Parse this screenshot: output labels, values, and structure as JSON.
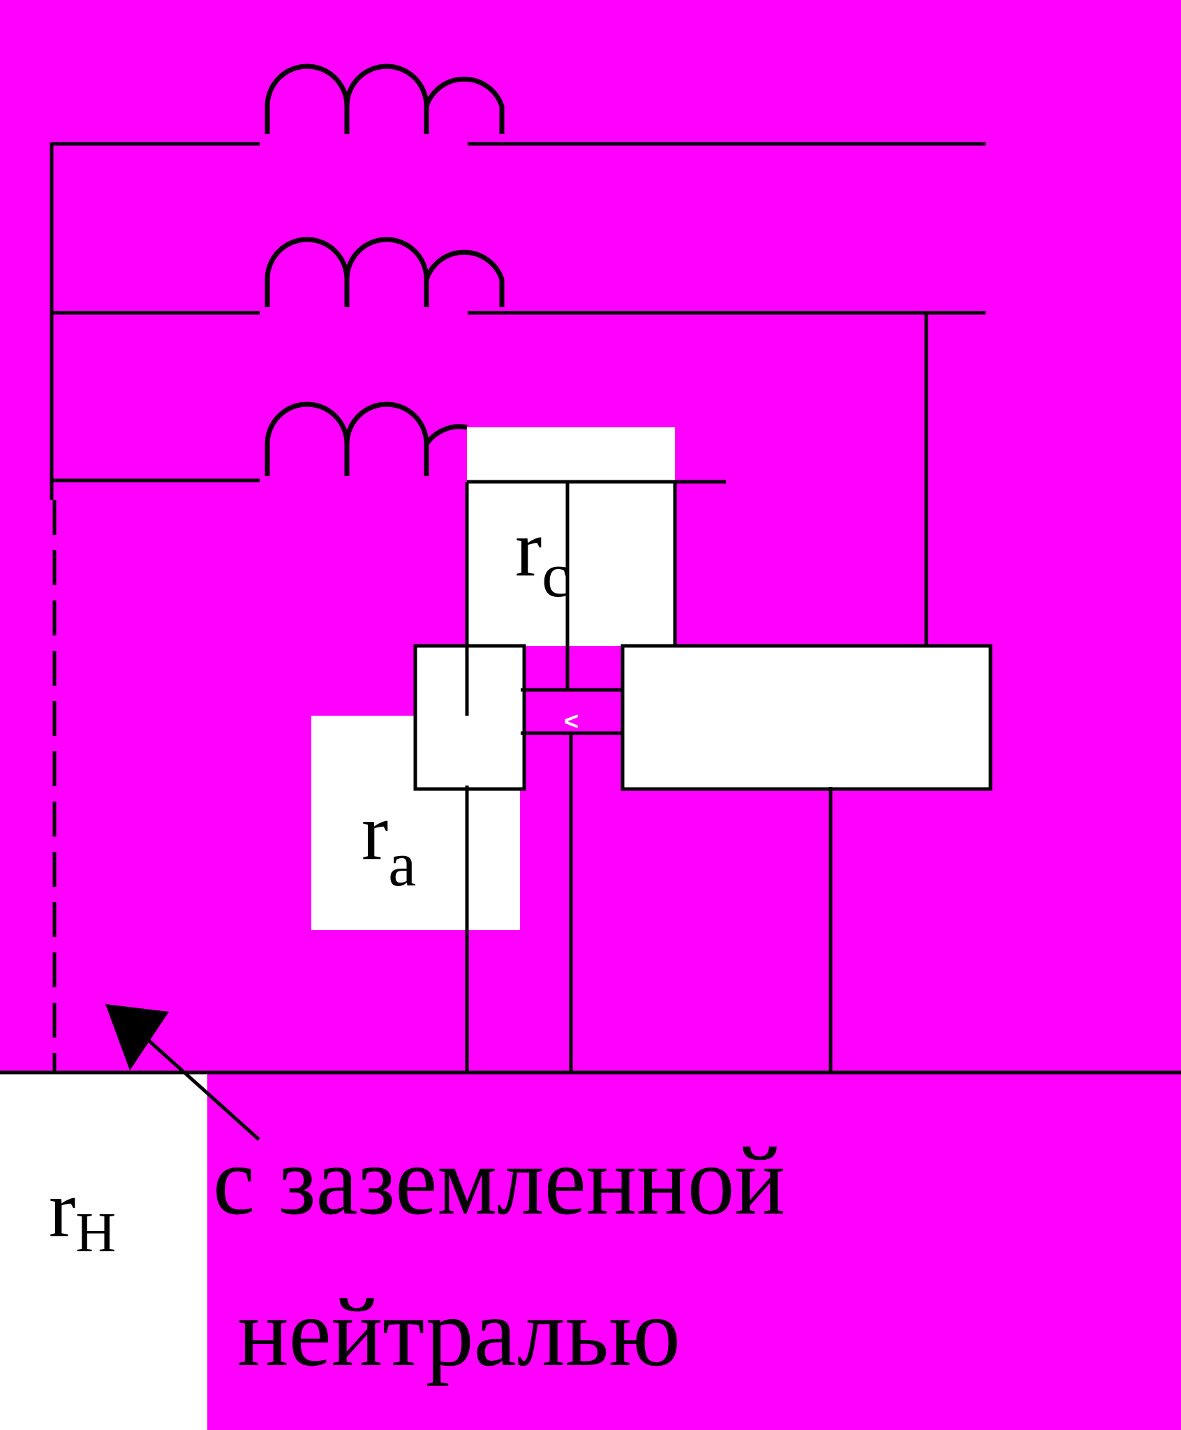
{
  "colors": {
    "background": "#ff00ff",
    "panel": "#ffffff",
    "line": "#000000"
  },
  "labels": {
    "rc": {
      "base": "r",
      "sub": "c"
    },
    "ra": {
      "base": "r",
      "sub": "a"
    },
    "rn": {
      "base": "r",
      "sub": "Н"
    }
  },
  "caption": {
    "line1": "с заземленной",
    "line2": "нейтралью"
  }
}
